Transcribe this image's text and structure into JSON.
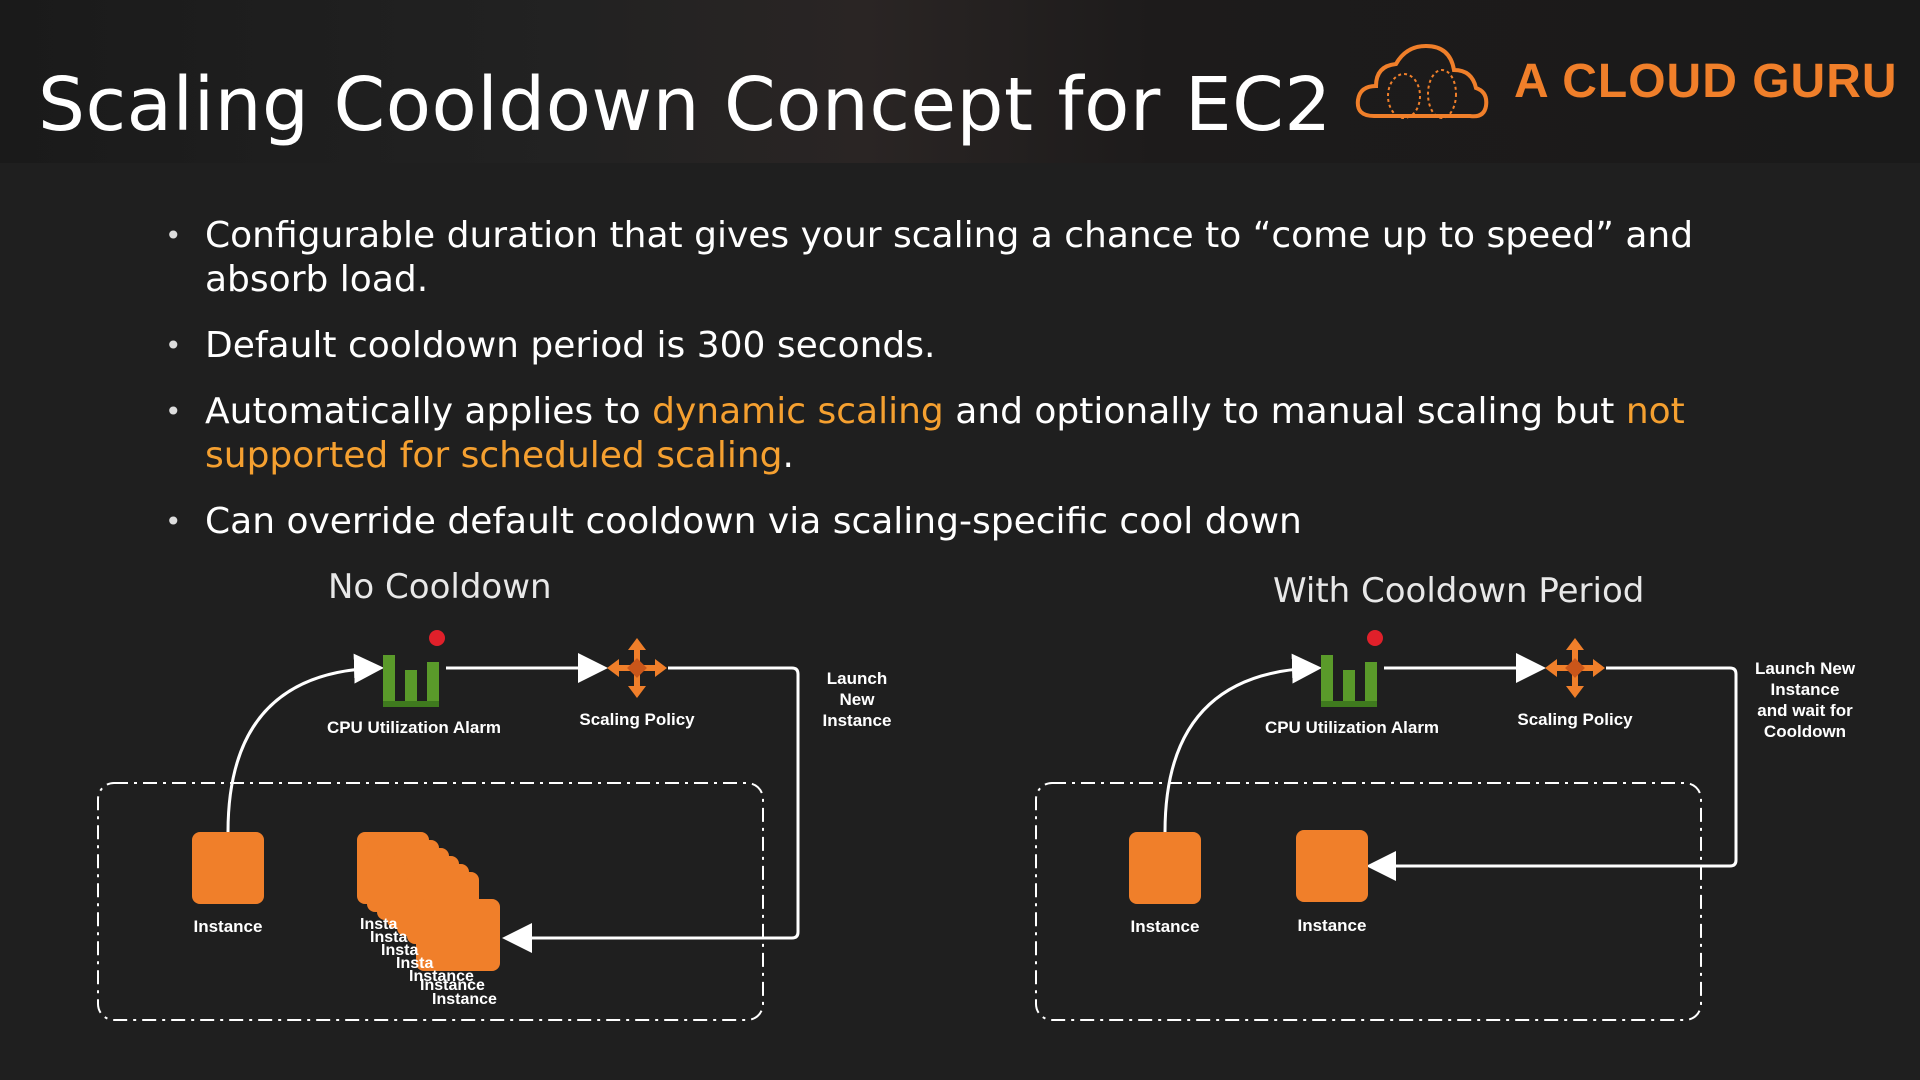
{
  "header": {
    "title": "Scaling Cooldown Concept for EC2"
  },
  "logo": {
    "text": "A CLOUD GURU",
    "icon": "cloud-icon",
    "color": "#f07f2a"
  },
  "bullets": [
    {
      "text": "Configurable duration that gives your scaling a chance to “come up to speed” and absorb load."
    },
    {
      "text": "Default cooldown period is 300 seconds."
    },
    {
      "pre": "Automatically applies to ",
      "hl1": "dynamic scaling",
      "mid": " and optionally to manual scaling but ",
      "hl2": "not supported for scheduled scaling",
      "post": "."
    },
    {
      "text": "Can override default cooldown via scaling-specific cool down"
    }
  ],
  "diagram_left": {
    "title": "No Cooldown",
    "alarm_label": "CPU Utilization Alarm",
    "policy_label": "Scaling Policy",
    "launch_label": [
      "Launch",
      "New",
      "Instance"
    ],
    "instance_label": "Instance",
    "stack_labels": [
      "Insta",
      "Insta",
      "Insta",
      "Insta",
      "Instance",
      "Instance",
      "Instance"
    ]
  },
  "diagram_right": {
    "title": "With Cooldown Period",
    "alarm_label": "CPU Utilization Alarm",
    "policy_label": "Scaling Policy",
    "launch_label": [
      "Launch New",
      "Instance",
      "and wait for",
      "Cooldown"
    ],
    "instance_label_1": "Instance",
    "instance_label_2": "Instance"
  },
  "colors": {
    "accent": "#f5a030",
    "instance": "#f07f2a",
    "alarm_bars": "#5a9a2a",
    "alarm_dot": "#e0202a"
  }
}
